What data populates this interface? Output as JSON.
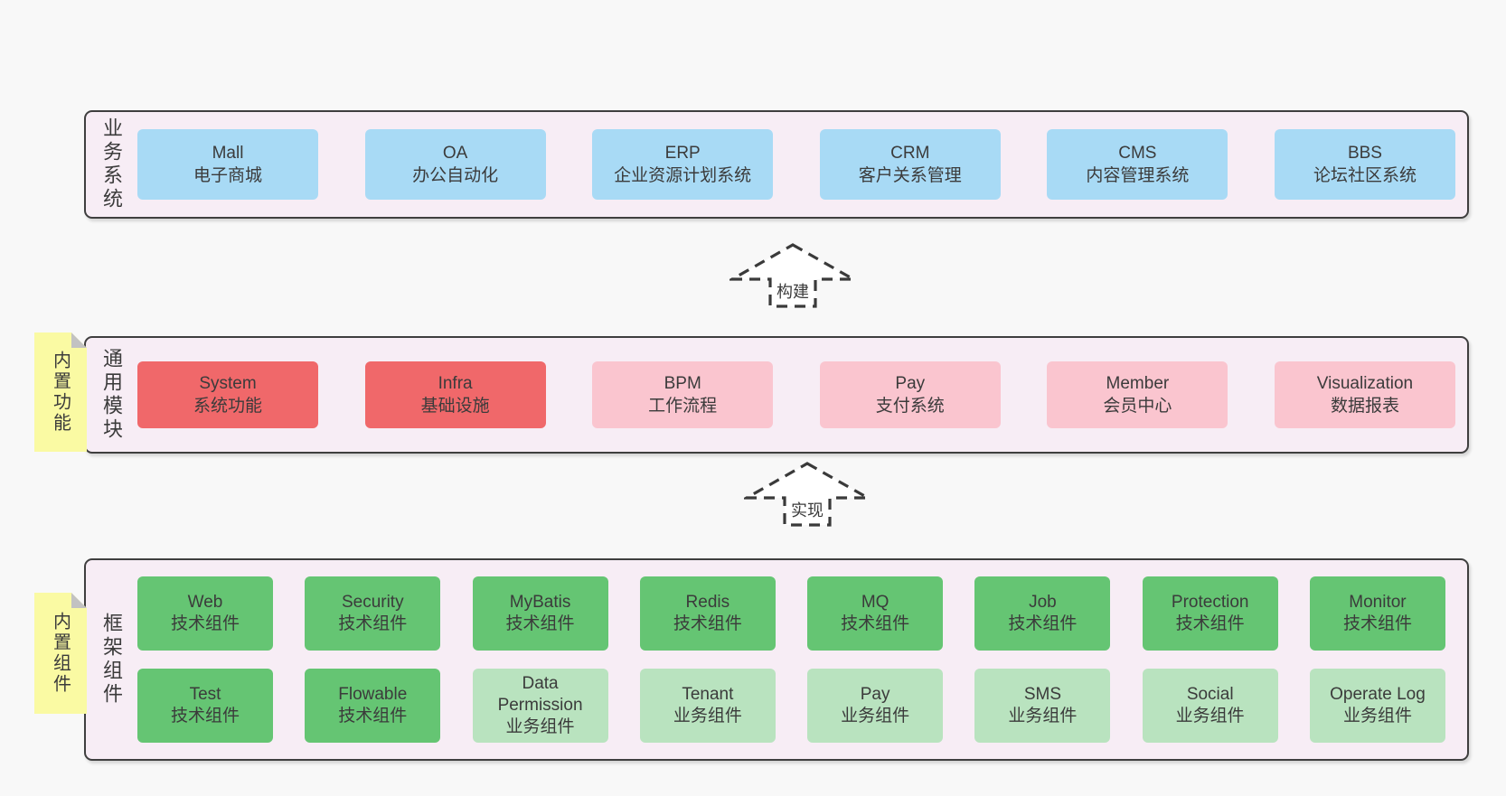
{
  "colors": {
    "page_bg": "#f8f8f8",
    "band_bg": "#f7edf5",
    "band_border": "#3f3f3f",
    "blue": "#a8daf5",
    "red": "#f0686a",
    "pink": "#fac5cf",
    "green_dark": "#65c573",
    "green_light": "#b9e3bf",
    "sticky": "#fafaa3",
    "sticky_fold": "#c2c2c2",
    "text": "#3b3b3b"
  },
  "diagram": {
    "layers": [
      {
        "id": "business",
        "label": "业务系统",
        "boxes": [
          {
            "name": "Mall",
            "desc": "电子商城",
            "variant": "blue"
          },
          {
            "name": "OA",
            "desc": "办公自动化",
            "variant": "blue"
          },
          {
            "name": "ERP",
            "desc": "企业资源计划系统",
            "variant": "blue"
          },
          {
            "name": "CRM",
            "desc": "客户关系管理",
            "variant": "blue"
          },
          {
            "name": "CMS",
            "desc": "内容管理系统",
            "variant": "blue"
          },
          {
            "name": "BBS",
            "desc": "论坛社区系统",
            "variant": "blue"
          }
        ]
      },
      {
        "id": "modules",
        "label": "通用模块",
        "note": "内置功能",
        "boxes": [
          {
            "name": "System",
            "desc": "系统功能",
            "variant": "red"
          },
          {
            "name": "Infra",
            "desc": "基础设施",
            "variant": "red"
          },
          {
            "name": "BPM",
            "desc": "工作流程",
            "variant": "pink"
          },
          {
            "name": "Pay",
            "desc": "支付系统",
            "variant": "pink"
          },
          {
            "name": "Member",
            "desc": "会员中心",
            "variant": "pink"
          },
          {
            "name": "Visualization",
            "desc": "数据报表",
            "variant": "pink"
          }
        ]
      },
      {
        "id": "components",
        "label": "框架组件",
        "note": "内置组件",
        "rows": [
          [
            {
              "name": "Web",
              "desc": "技术组件",
              "variant": "green-dark"
            },
            {
              "name": "Security",
              "desc": "技术组件",
              "variant": "green-dark"
            },
            {
              "name": "MyBatis",
              "desc": "技术组件",
              "variant": "green-dark"
            },
            {
              "name": "Redis",
              "desc": "技术组件",
              "variant": "green-dark"
            },
            {
              "name": "MQ",
              "desc": "技术组件",
              "variant": "green-dark"
            },
            {
              "name": "Job",
              "desc": "技术组件",
              "variant": "green-dark"
            },
            {
              "name": "Protection",
              "desc": "技术组件",
              "variant": "green-dark"
            },
            {
              "name": "Monitor",
              "desc": "技术组件",
              "variant": "green-dark"
            }
          ],
          [
            {
              "name": "Test",
              "desc": "技术组件",
              "variant": "green-dark"
            },
            {
              "name": "Flowable",
              "desc": "技术组件",
              "variant": "green-dark"
            },
            {
              "name": "Data Permission",
              "desc": "业务组件",
              "variant": "green-light"
            },
            {
              "name": "Tenant",
              "desc": "业务组件",
              "variant": "green-light"
            },
            {
              "name": "Pay",
              "desc": "业务组件",
              "variant": "green-light"
            },
            {
              "name": "SMS",
              "desc": "业务组件",
              "variant": "green-light"
            },
            {
              "name": "Social",
              "desc": "业务组件",
              "variant": "green-light"
            },
            {
              "name": "Operate Log",
              "desc": "业务组件",
              "variant": "green-light"
            }
          ]
        ]
      }
    ],
    "arrows": [
      {
        "id": "build",
        "label": "构建"
      },
      {
        "id": "implement",
        "label": "实现"
      }
    ]
  }
}
